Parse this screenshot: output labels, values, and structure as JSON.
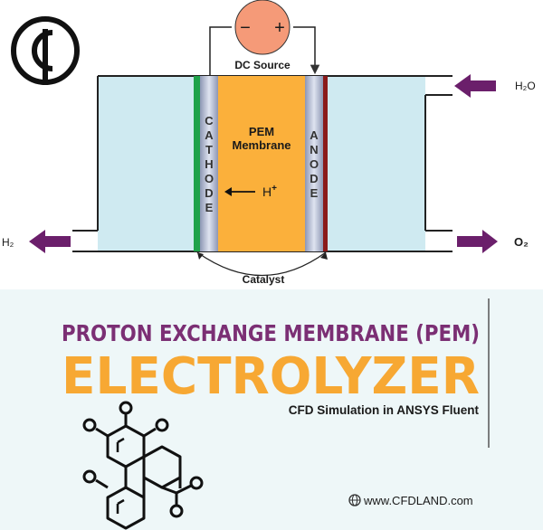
{
  "diagram": {
    "dc_source_label": "DC Source",
    "minus_sign": "−",
    "plus_sign": "+",
    "cathode_letters": [
      "C",
      "A",
      "T",
      "H",
      "O",
      "D",
      "E"
    ],
    "anode_letters": [
      "A",
      "N",
      "O",
      "D",
      "E"
    ],
    "membrane_line1": "PEM",
    "membrane_line2": "Membrane",
    "proton_label": "H",
    "proton_charge": "+",
    "catalyst_label": "Catalyst",
    "h2o_label": "H₂O",
    "o2_label": "O₂",
    "h2_label": "H₂"
  },
  "banner": {
    "title_line1": "PROTON EXCHANGE MEMBRANE (PEM)",
    "title_line2": "ELECTROLYZER",
    "subtitle": "CFD Simulation in ANSYS Fluent",
    "website": "www.CFDLAND.com"
  },
  "colors": {
    "electrolyte": "#cfeaf1",
    "membrane": "#fbb03b",
    "electrode": "#aab4cc",
    "cathode_catalyst": "#1fa24a",
    "anode_catalyst": "#8b1a1a",
    "dc_source": "#f59a78",
    "arrow": "#6b1f6b",
    "banner_bg": "#eef7f8",
    "title_purple": "#7b2f74",
    "title_orange": "#f7a833"
  },
  "icons": [
    "cfdland-logo-icon",
    "molecule-icon",
    "globe-icon"
  ]
}
